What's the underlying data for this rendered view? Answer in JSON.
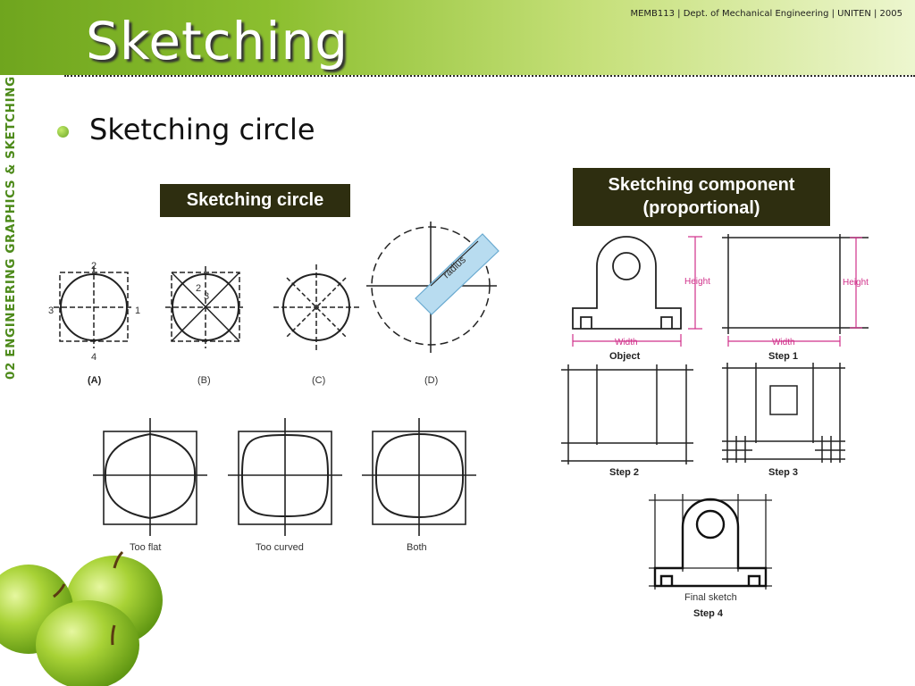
{
  "slide": {
    "title": "Sketching",
    "header_note": "MEMB113 | Dept. of Mechanical Engineering | UNITEN | 2005",
    "vertical_label": "02 ENGINEERING GRAPHICS & SKETCHING",
    "bullet": "Sketching circle"
  },
  "label_circle": "Sketching circle",
  "label_component": [
    "Sketching component",
    "(proportional)"
  ],
  "circle_steps": {
    "captions": [
      "(A)",
      "(B)",
      "(C)",
      "(D)"
    ],
    "numbers": [
      "1",
      "2",
      "3",
      "4"
    ],
    "radius_label": "radius"
  },
  "circle_errors": [
    "Too flat",
    "Too curved",
    "Both"
  ],
  "component_steps": {
    "captions": [
      "Object",
      "Step 1",
      "Step 2",
      "Step 3",
      "Step 4"
    ],
    "final_sketch": "Final sketch",
    "height": "Height",
    "width": "Width"
  },
  "colors": {
    "accent_green": "#6fa51e",
    "label_bg": "#2e2e10",
    "dimension_pink": "#d0308a"
  },
  "decoration": {
    "apples": "green-apples-image"
  }
}
